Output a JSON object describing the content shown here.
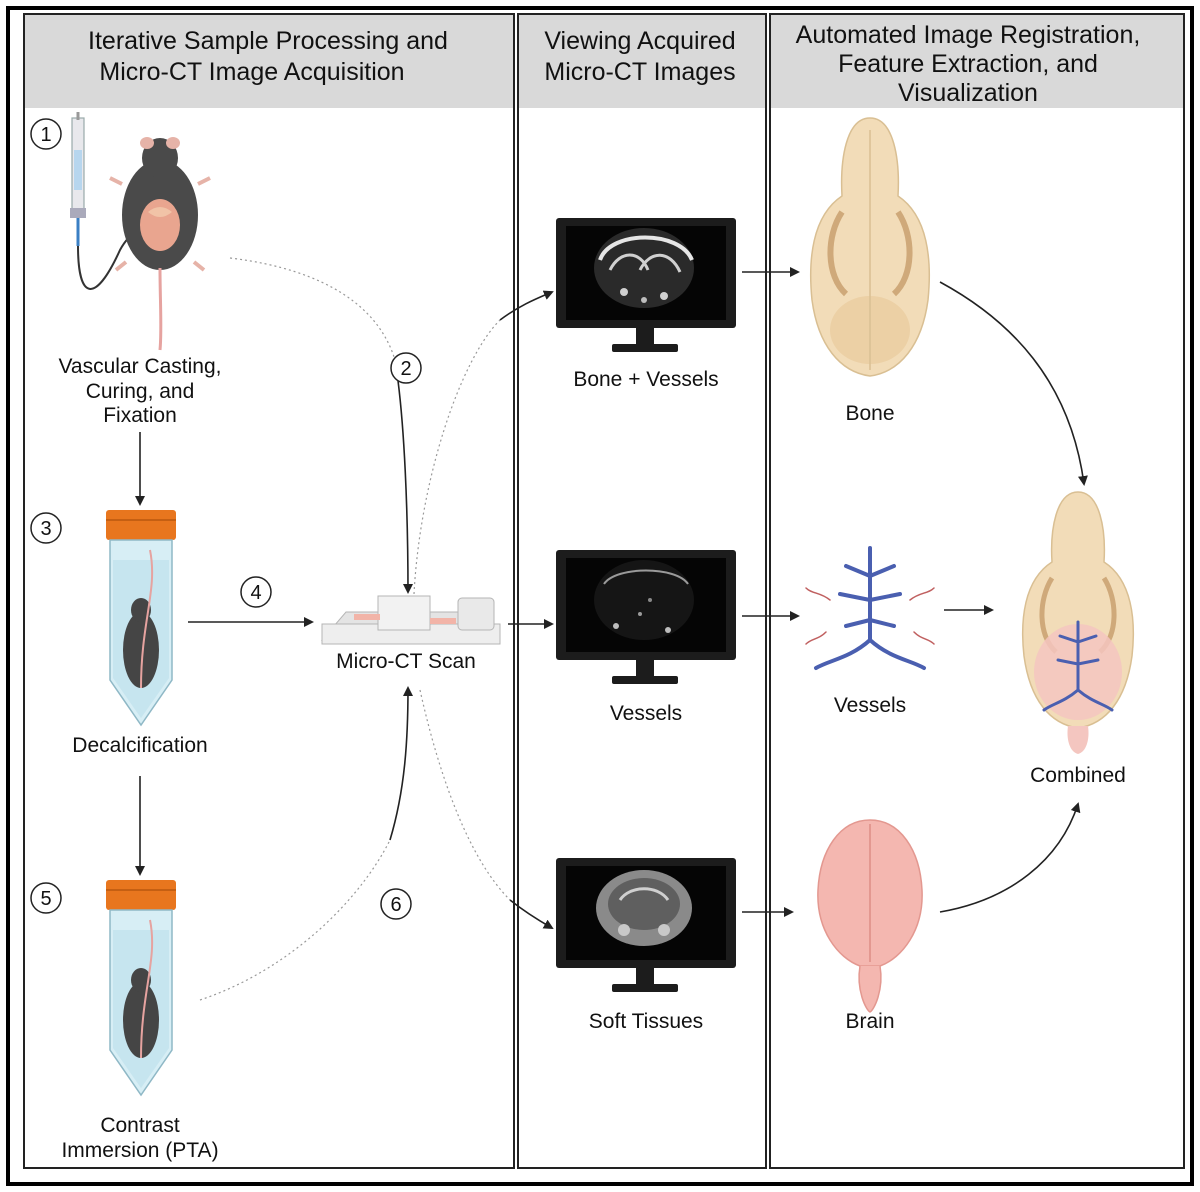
{
  "headers": {
    "col1_line1": "Iterative Sample Processing and",
    "col1_line2": "Micro-CT Image Acquisition",
    "col2_line1": "Viewing Acquired",
    "col2_line2": "Micro-CT Images",
    "col3_line1": "Automated Image Registration,",
    "col3_line2": "Feature Extraction, and",
    "col3_line3": "Visualization"
  },
  "steps": {
    "s1": "1",
    "s2": "2",
    "s3": "3",
    "s4": "4",
    "s5": "5",
    "s6": "6"
  },
  "labels": {
    "casting_1": "Vascular Casting,",
    "casting_2": "Curing, and",
    "casting_3": "Fixation",
    "decal": "Decalcification",
    "contrast_1": "Contrast",
    "contrast_2": "Immersion (PTA)",
    "scan": "Micro-CT Scan",
    "bone_vessels": "Bone + Vessels",
    "vessels_view": "Vessels",
    "soft": "Soft Tissues",
    "bone": "Bone",
    "vessels_out": "Vessels",
    "brain": "Brain",
    "combined": "Combined"
  },
  "colors": {
    "header_bg": "#d9d9d9",
    "tube_cap": "#e8761e",
    "bone": "#f2dcb8",
    "vessel": "#4a5fb0",
    "brain": "#f4b7b0"
  }
}
